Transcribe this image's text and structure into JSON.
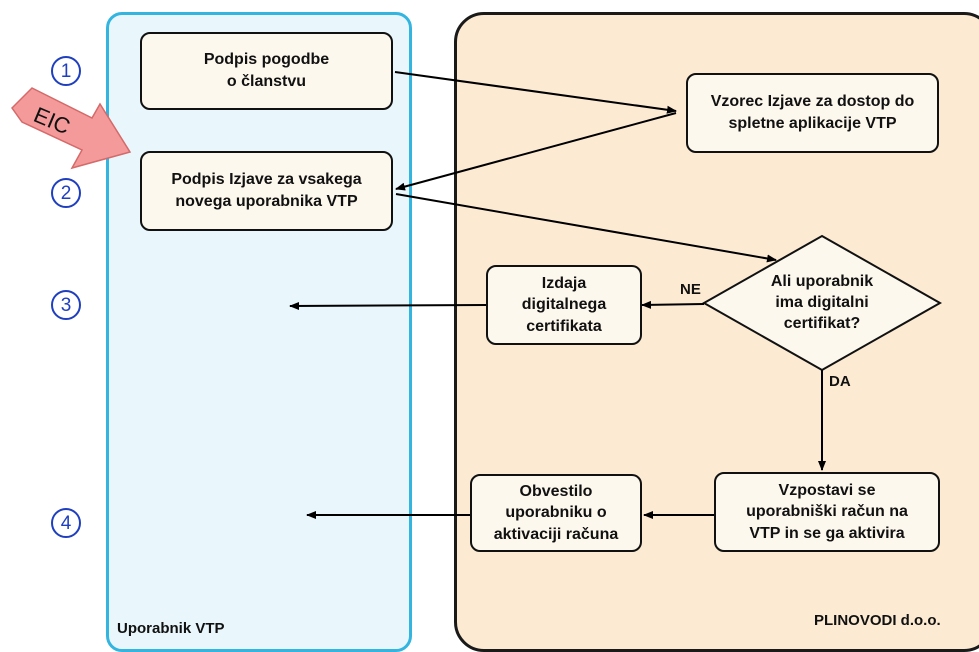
{
  "lanes": {
    "user": "Uporabnik VTP",
    "operator": "PLINOVODI d.o.o."
  },
  "steps": [
    "1",
    "2",
    "3",
    "4"
  ],
  "callout": "EIC",
  "boxes": {
    "membership": "Podpis pogodbe\no članstvu",
    "statement_template": "Vzorec Izjave za dostop do\nspletne aplikacije VTP",
    "sign_statement": "Podpis Izjave za vsakega\nnovega uporabnika VTP",
    "issue_certificate": "Izdaja\ndigitalnega\ncertifikata",
    "decision": "Ali uporabnik\nima digitalni\ncertifikat?",
    "create_account": "Vzpostavi se\nuporabniški račun na\nVTP in se ga aktivira",
    "notify_user": "Obvestilo\nuporabniku o\naktivaciji računa"
  },
  "flow_labels": {
    "no": "NE",
    "yes": "DA"
  },
  "colors": {
    "user_lane_fill": "#e9f7fc",
    "user_lane_border": "#33b5e0",
    "operator_lane_fill": "#fcebd2",
    "step_number": "#1f3fbf",
    "callout_fill": "#f49a9a"
  }
}
